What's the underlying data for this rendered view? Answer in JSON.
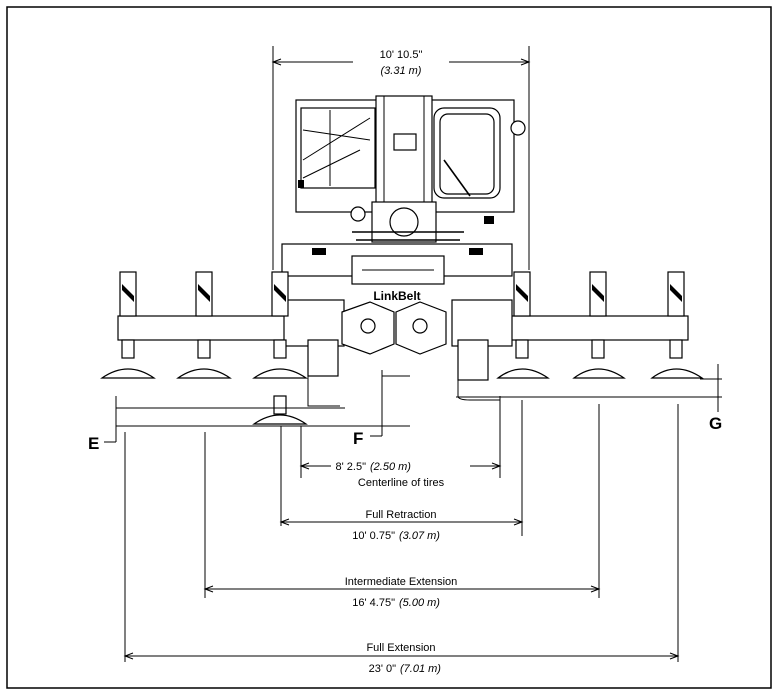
{
  "dimensions": {
    "top": {
      "imperial": "10' 10.5\"",
      "metric": "(3.31 m)"
    },
    "centerline": {
      "imperial": "8' 2.5\"",
      "metric": "(2.50 m)",
      "caption": "Centerline of tires"
    },
    "full_retraction": {
      "caption": "Full Retraction",
      "imperial": "10' 0.75\"",
      "metric": "(3.07 m)"
    },
    "intermediate_extension": {
      "caption": "Intermediate Extension",
      "imperial": "16' 4.75\"",
      "metric": "(5.00 m)"
    },
    "full_extension": {
      "caption": "Full Extension",
      "imperial": "23' 0\"",
      "metric": "(7.01 m)"
    }
  },
  "callouts": {
    "e": "E",
    "f": "F",
    "g": "G"
  },
  "logo": "LinkBelt"
}
